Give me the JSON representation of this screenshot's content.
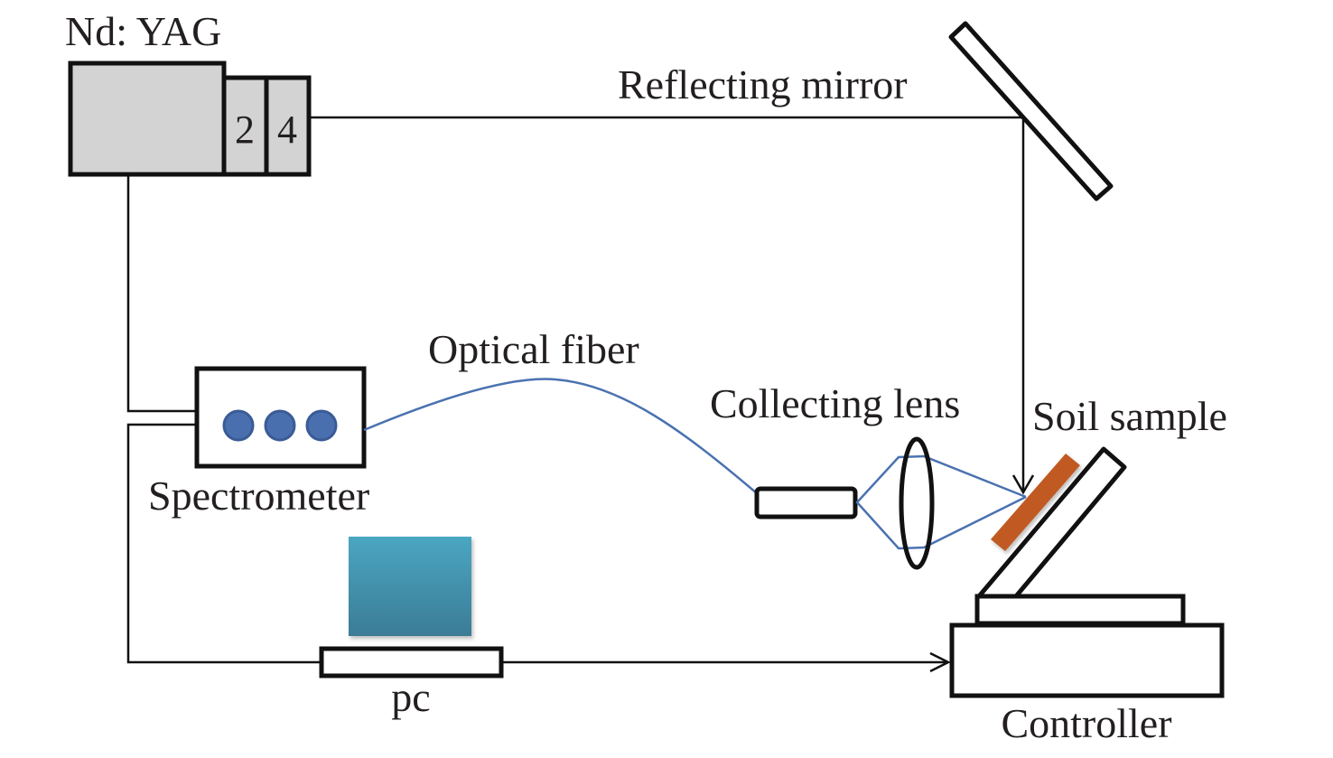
{
  "diagram": {
    "type": "LIBS experimental setup schematic",
    "labels": {
      "laser": "Nd: YAG",
      "harmonic_a": "2",
      "harmonic_b": "4",
      "mirror": "Reflecting mirror",
      "fiber": "Optical fiber",
      "lens": "Collecting lens",
      "sample": "Soil sample",
      "spectrometer": "Spectrometer",
      "pc": "pc",
      "controller": "Controller"
    },
    "components": [
      {
        "id": "laser",
        "name": "Nd: YAG laser"
      },
      {
        "id": "mirror",
        "name": "Reflecting mirror"
      },
      {
        "id": "sample",
        "name": "Soil sample"
      },
      {
        "id": "lens",
        "name": "Collecting lens"
      },
      {
        "id": "fiber-probe",
        "name": "Optical fiber probe"
      },
      {
        "id": "spectrometer",
        "name": "Spectrometer"
      },
      {
        "id": "pc",
        "name": "pc"
      },
      {
        "id": "controller",
        "name": "Controller"
      }
    ],
    "connections": [
      {
        "from": "laser",
        "to": "mirror",
        "kind": "laser beam"
      },
      {
        "from": "mirror",
        "to": "sample",
        "kind": "laser beam",
        "arrow": true
      },
      {
        "from": "sample",
        "to": "lens",
        "kind": "collected light"
      },
      {
        "from": "lens",
        "to": "fiber-probe",
        "kind": "collected light"
      },
      {
        "from": "fiber-probe",
        "to": "spectrometer",
        "kind": "optical fiber"
      },
      {
        "from": "laser",
        "to": "spectrometer",
        "kind": "trigger wire"
      },
      {
        "from": "spectrometer",
        "to": "pc",
        "kind": "data wire"
      },
      {
        "from": "pc",
        "to": "controller",
        "kind": "control wire",
        "arrow": true
      }
    ],
    "colors": {
      "laser_fill": "#d3d3d3",
      "spectrometer_dots": "#4a6fae",
      "fiber_line": "#4a72b0",
      "sample_fill": "#c05a24",
      "monitor_top": "#4aa4bf",
      "monitor_bottom": "#3d7f99"
    }
  }
}
